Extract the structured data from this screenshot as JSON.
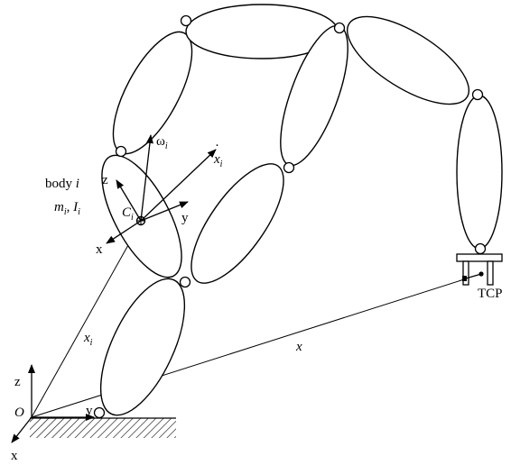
{
  "diagram": {
    "labels": {
      "body": "body",
      "body_index": "i",
      "mass": "m",
      "mass_index": "i",
      "inertia": "I",
      "inertia_index": "i",
      "com": "C",
      "com_index": "i",
      "omega": "ω",
      "omega_index": "i",
      "velocity": "x",
      "velocity_dot": "·",
      "velocity_index": "i",
      "local_z": "z",
      "local_y": "y",
      "local_x": "x",
      "position_i": "x",
      "position_i_index": "i",
      "position_tcp": "x",
      "tcp": "TCP",
      "origin": "O",
      "world_z": "z",
      "world_y": "y",
      "world_x": "x"
    }
  }
}
